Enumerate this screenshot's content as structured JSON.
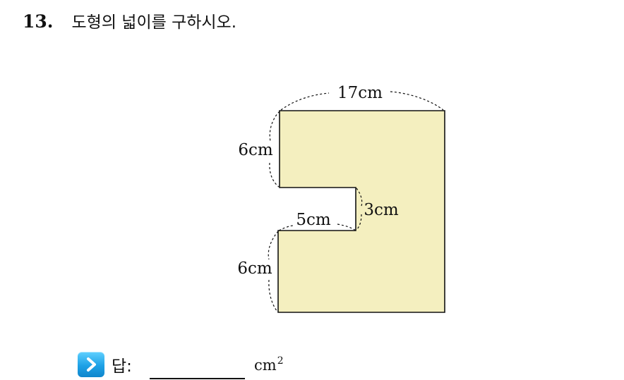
{
  "question": {
    "number": "13.",
    "text": "도형의 넓이를 구하시오."
  },
  "figure": {
    "labels": {
      "top": "17cm",
      "left_upper": "6cm",
      "notch_width": "5cm",
      "notch_height": "3cm",
      "left_lower": "6cm"
    },
    "colors": {
      "fill": "#f4efbf",
      "stroke": "#111111"
    }
  },
  "answer": {
    "icon": "chevron-right-icon",
    "label": "답:",
    "unit": "cm",
    "unit_exponent": "2"
  }
}
